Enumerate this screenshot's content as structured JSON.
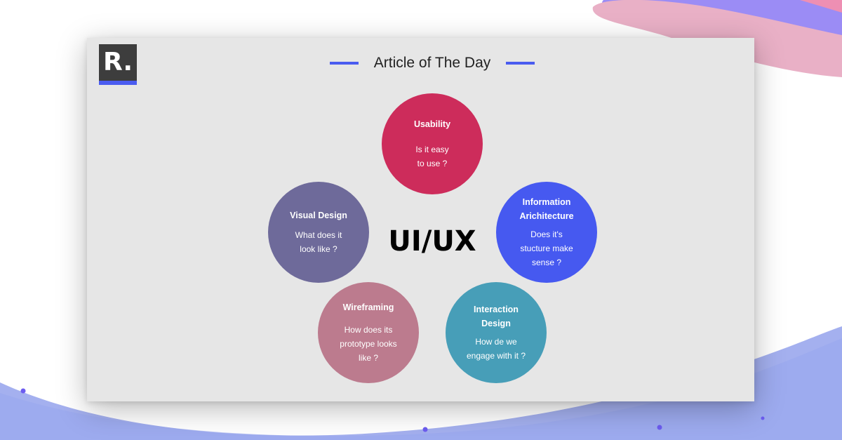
{
  "logo": {
    "text": "R."
  },
  "header": {
    "title": "Article of The Day"
  },
  "center": {
    "label": "UI/UX"
  },
  "circles": {
    "usability": {
      "title": "Usability",
      "text": "Is it easy\nto use ?"
    },
    "visual": {
      "title": "Visual Design",
      "text": "What does it\nlook like ?"
    },
    "info": {
      "title": "Information\nArichitecture",
      "text": "Does it's\nstucture make\nsense ?"
    },
    "wire": {
      "title": "Wireframing",
      "text": "How does its\nprototype looks\nlike ?"
    },
    "inter": {
      "title": "Interaction\nDesign",
      "text": "How de we\nengage with it ?"
    }
  },
  "colors": {
    "accent": "#4a5cf0",
    "usability": "#cd2c5b",
    "visual": "#6e6a9a",
    "info": "#4659f0",
    "wire": "#bc7b8e",
    "inter": "#479eb8"
  }
}
